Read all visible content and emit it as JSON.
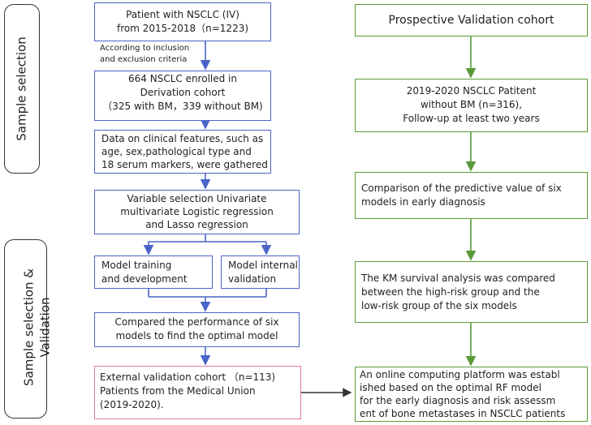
{
  "side_labels": {
    "selection": "Sample selection",
    "validation_line1": "Sample selection &",
    "validation_line2": "Validation"
  },
  "left": {
    "patients": [
      "Patient with NSCLC (IV)",
      "from 2015-2018（n=1223)"
    ],
    "criteria": [
      "According to inclusion",
      "and exclusion criteria"
    ],
    "derivation": [
      "664 NSCLC enrolled in",
      "Derivation cohort",
      "（325 with BM，339 without BM)"
    ],
    "data": [
      "Data on clinical features, such as",
      "age, sex,pathological type and",
      "18 serum markers, were gathered"
    ],
    "variable": [
      "Variable selection Univariate",
      "multivariate Logistic regression",
      "and Lasso regression"
    ],
    "training": [
      "Model training",
      "and development"
    ],
    "internal": [
      "Model internal",
      "validation"
    ],
    "compare": [
      "Compared the performance of six",
      "models to find the optimal model"
    ],
    "external": [
      "External validation cohort （n=113)",
      "Patients from the Medical Union",
      "(2019-2020)."
    ]
  },
  "right": {
    "prospective": [
      "Prospective Validation cohort"
    ],
    "cohort2019": [
      "2019-2020 NSCLC Patitent",
      "without BM (n=316),",
      "Follow-up at least two years"
    ],
    "comparison": [
      "Comparison of the predictive value of six",
      "models in early diagnosis"
    ],
    "km": [
      "The KM survival analysis was compared",
      "between the high-risk group and the",
      "low-risk group of the six models"
    ],
    "platform": [
      "An online computing platform was establ",
      "ished based on the optimal RF model",
      "for the early diagnosis and risk assessm",
      "ent of bone metastases in NSCLC patients"
    ]
  },
  "colors": {
    "blue": "#4a64c8",
    "green": "#5a9a3a",
    "pink": "#e07aa8"
  }
}
